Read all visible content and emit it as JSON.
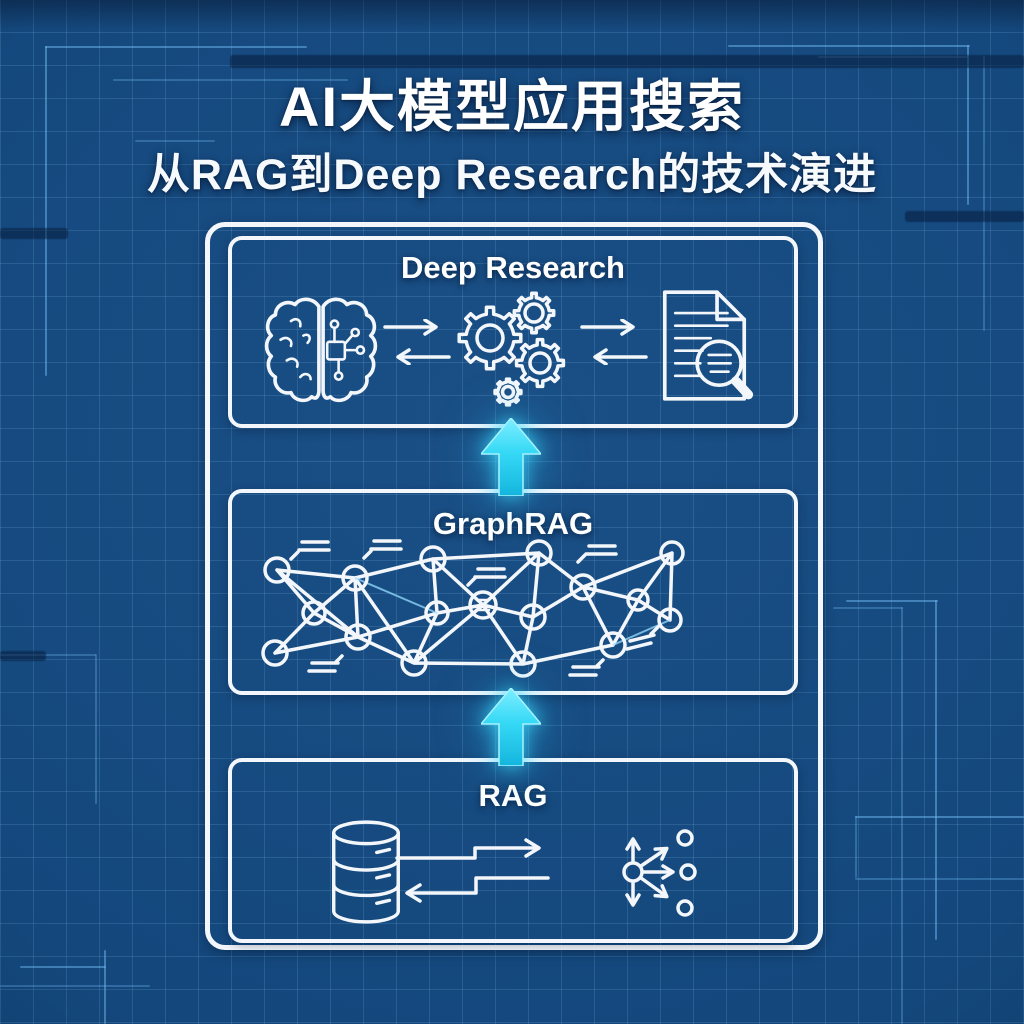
{
  "header": {
    "title": "AI大模型应用搜索",
    "subtitle": "从RAG到Deep Research的技术演进"
  },
  "stages": [
    {
      "label": "Deep Research",
      "icons": [
        "brain-circuit-icon",
        "exchange-arrows-icon",
        "gears-icon",
        "exchange-arrows-icon",
        "document-search-icon"
      ]
    },
    {
      "label": "GraphRAG",
      "icons": [
        "knowledge-graph-illustration"
      ]
    },
    {
      "label": "RAG",
      "icons": [
        "database-icon",
        "stepped-request-arrow-icon",
        "stepped-response-arrow-icon",
        "vector-scatter-icon"
      ]
    }
  ],
  "flow": {
    "direction": "bottom-to-top",
    "order": [
      "RAG",
      "GraphRAG",
      "Deep Research"
    ],
    "connector": "glowing-up-arrow"
  },
  "style": {
    "theme": "blueprint",
    "background_color": "#14487d",
    "grid_color": "#8cc3f0",
    "line_art_color": "#f3f7fb",
    "accent_arrow_color": "#35d8f5"
  }
}
